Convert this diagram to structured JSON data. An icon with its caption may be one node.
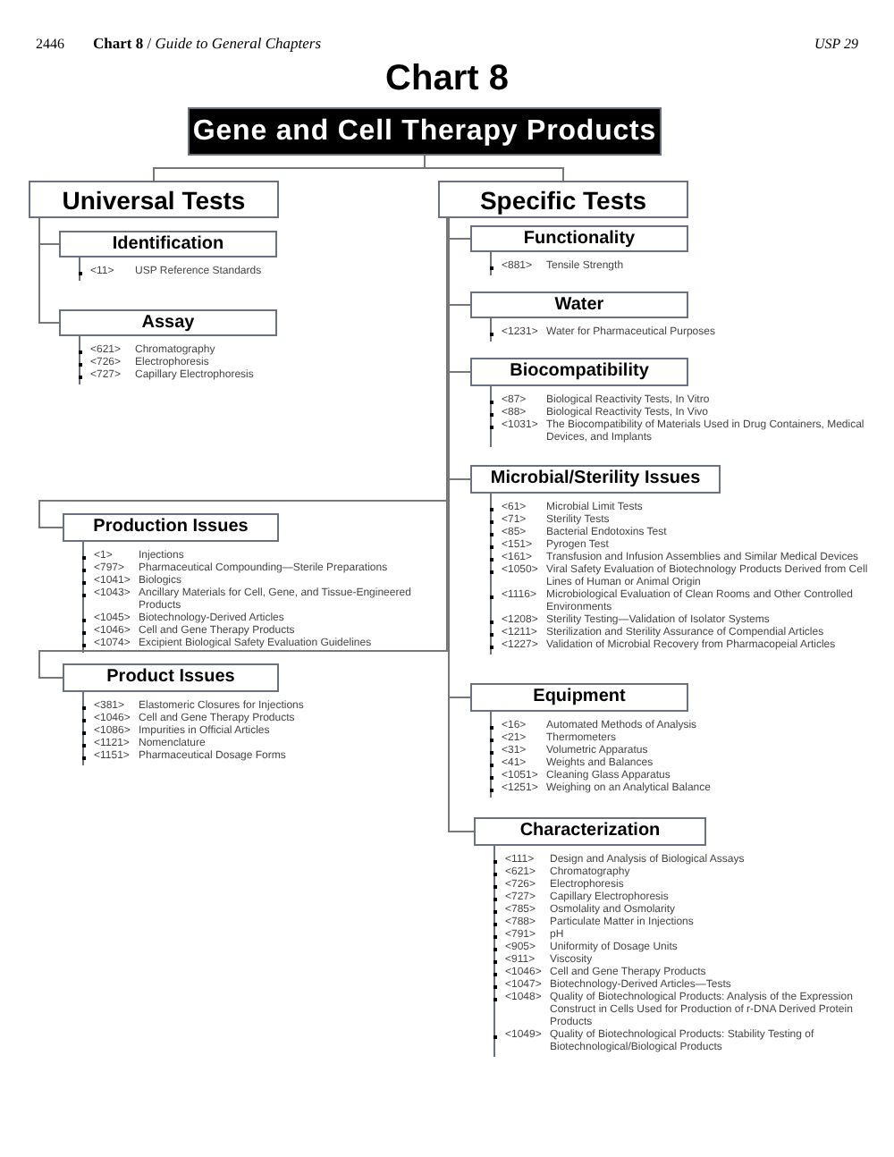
{
  "diagram": {
    "title": "Chart 8",
    "nodes": [
      {
        "text": [
          "Gene and Cell Therapy Products"
        ]
      },
      {
        "text": [
          "Universal Tests"
        ]
      },
      {
        "text": [
          "Specific Tests"
        ]
      },
      {
        "text": [
          "Identification"
        ],
        "beside": [
          "<11>",
          "USP Reference Standards"
        ]
      },
      {
        "text": [
          "Assay"
        ],
        "beside": [
          "<621>",
          "Chromatography",
          "<726>",
          "Electrophoresis",
          "<727>",
          "Capillary Electrophoresis"
        ]
      },
      {
        "text": [
          "Functionality"
        ],
        "beside": [
          "<881>",
          "Tensile Strength"
        ]
      },
      {
        "text": [
          "Water"
        ],
        "beside": [
          "<1231>",
          "Water for Pharmaceutical Purposes"
        ]
      },
      {
        "text": [
          "Biocompatibility"
        ],
        "beside": [
          "<87>",
          "Biological Reactivity Tests, In Vitro",
          "<88>",
          "Biological Reactivity Tests, In Vivo",
          "<1031>",
          "The Biocompatibility of Materials Used in Drug Containers, Medical Devices, and Implants"
        ]
      },
      {
        "text": [
          "Microbial/Sterility Issues"
        ],
        "beside": [
          "<61>",
          "Microbial Limit Tests",
          "<71>",
          "Sterility Tests",
          "<85>",
          "Bacterial Endotoxins Test",
          "<151>",
          "Pyrogen Test",
          "<161>",
          "Transfusion and Infusion Assemblies and Similar Medical Devices",
          "<1050>",
          "Viral Safety Evaluation of Biotechnology Products Derived from Cell Lines of Human or Animal Origin",
          "<1116>",
          "Microbiological Evaluation of Clean Rooms and Other Controlled Environments",
          "<1208>",
          "Sterility Testing—Validation of Isolator Systems",
          "<1211>",
          "Sterilization and Sterility Assurance of Compendial Articles",
          "<1227>",
          "Validation of Microbial Recovery from Pharmacopeial Articles"
        ]
      },
      {
        "text": [
          "Production Issues"
        ],
        "beside": [
          "<1>",
          "Injections",
          "<797>",
          "Pharmaceutical Compounding—Sterile Preparations",
          "<1041>",
          "Biologics",
          "<1043>",
          "Ancillary Materials for Cell, Gene, and Tissue-Engineered Products",
          "<1045>",
          "Biotechnology-Derived Articles",
          "<1046>",
          "Cell and Gene Therapy Products",
          "<1074>",
          "Excipient Biological Safety Evaluation Guidelines"
        ]
      },
      {
        "text": [
          "Product Issues"
        ],
        "beside": [
          "<381>",
          "Elastomeric Closures for Injections",
          "<1046>",
          "Cell and Gene Therapy Products",
          "<1086>",
          "Impurities in Official Articles",
          "<1121>",
          "Nomenclature",
          "<1151>",
          "Pharmaceutical Dosage Forms"
        ]
      },
      {
        "text": [
          "Equipment"
        ],
        "beside": [
          "<16>",
          "Automated Methods of Analysis",
          "<21>",
          "Thermometers",
          "<31>",
          "Volumetric Apparatus",
          "<41>",
          "Weights and Balances",
          "<1051>",
          "Cleaning Glass Apparatus",
          "<1251>",
          "Weighing on an Analytical Balance"
        ]
      },
      {
        "text": [
          "Characterization"
        ],
        "beside": [
          "<111>",
          "Design and Analysis of Biological Assays",
          "<621>",
          "Chromatography",
          "<726>",
          "Electrophoresis",
          "<727>",
          "Capillary Electrophoresis",
          "<785>",
          "Osmolality and Osmolarity",
          "<788>",
          "Particulate Matter in Injections",
          "<791>",
          "pH",
          "<905>",
          "Uniformity of Dosage Units",
          "<911>",
          "Viscosity",
          "<1046>",
          "Cell and Gene Therapy Products",
          "<1047>",
          "Biotechnology-Derived Articles—Tests",
          "<1048>",
          "Quality of Biotechnological Products: Analysis of the Expression Construct in Cells Used for Production of r-DNA Derived Protein Products",
          "<1049>",
          "Quality of Biotechnological Products: Stability Testing of Biotechnological/Biological Products"
        ]
      }
    ],
    "edges": [
      {
        "from": 0,
        "to": 1,
        "arrow": "none"
      },
      {
        "from": 0,
        "to": 2,
        "arrow": "none"
      },
      {
        "from": 1,
        "to": 3,
        "arrow": "none"
      },
      {
        "from": 1,
        "to": 4,
        "arrow": "none"
      },
      {
        "from": 2,
        "to": 5,
        "arrow": "none"
      },
      {
        "from": 2,
        "to": 6,
        "arrow": "none"
      },
      {
        "from": 2,
        "to": 7,
        "arrow": "none"
      },
      {
        "from": 2,
        "to": 8,
        "arrow": "none"
      },
      {
        "from": 2,
        "to": 9,
        "arrow": "none"
      },
      {
        "from": 2,
        "to": 10,
        "arrow": "none"
      },
      {
        "from": 2,
        "to": 11,
        "arrow": "none"
      },
      {
        "from": 2,
        "to": 12,
        "arrow": "none"
      }
    ],
    "labels": [
      "2446",
      "**Chart 8** / *Guide to General Chapters*",
      "USP 29"
    ]
  }
}
